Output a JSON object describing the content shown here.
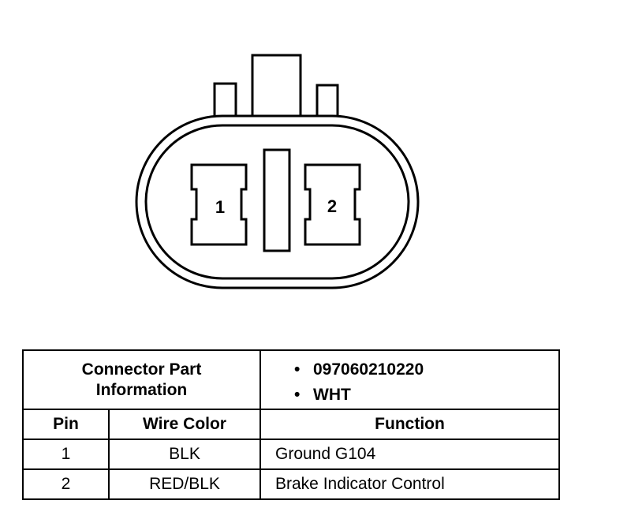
{
  "diagram": {
    "pin_labels": [
      "1",
      "2"
    ]
  },
  "table": {
    "part_info_label_line1": "Connector Part",
    "part_info_label_line2": "Information",
    "part_info_values": [
      "097060210220",
      "WHT"
    ],
    "bullet": "•",
    "columns": {
      "pin": "Pin",
      "wire_color": "Wire Color",
      "function": "Function"
    },
    "rows": [
      {
        "pin": "1",
        "wire_color": "BLK",
        "function": "Ground G104"
      },
      {
        "pin": "2",
        "wire_color": "RED/BLK",
        "function": "Brake Indicator Control"
      }
    ]
  }
}
